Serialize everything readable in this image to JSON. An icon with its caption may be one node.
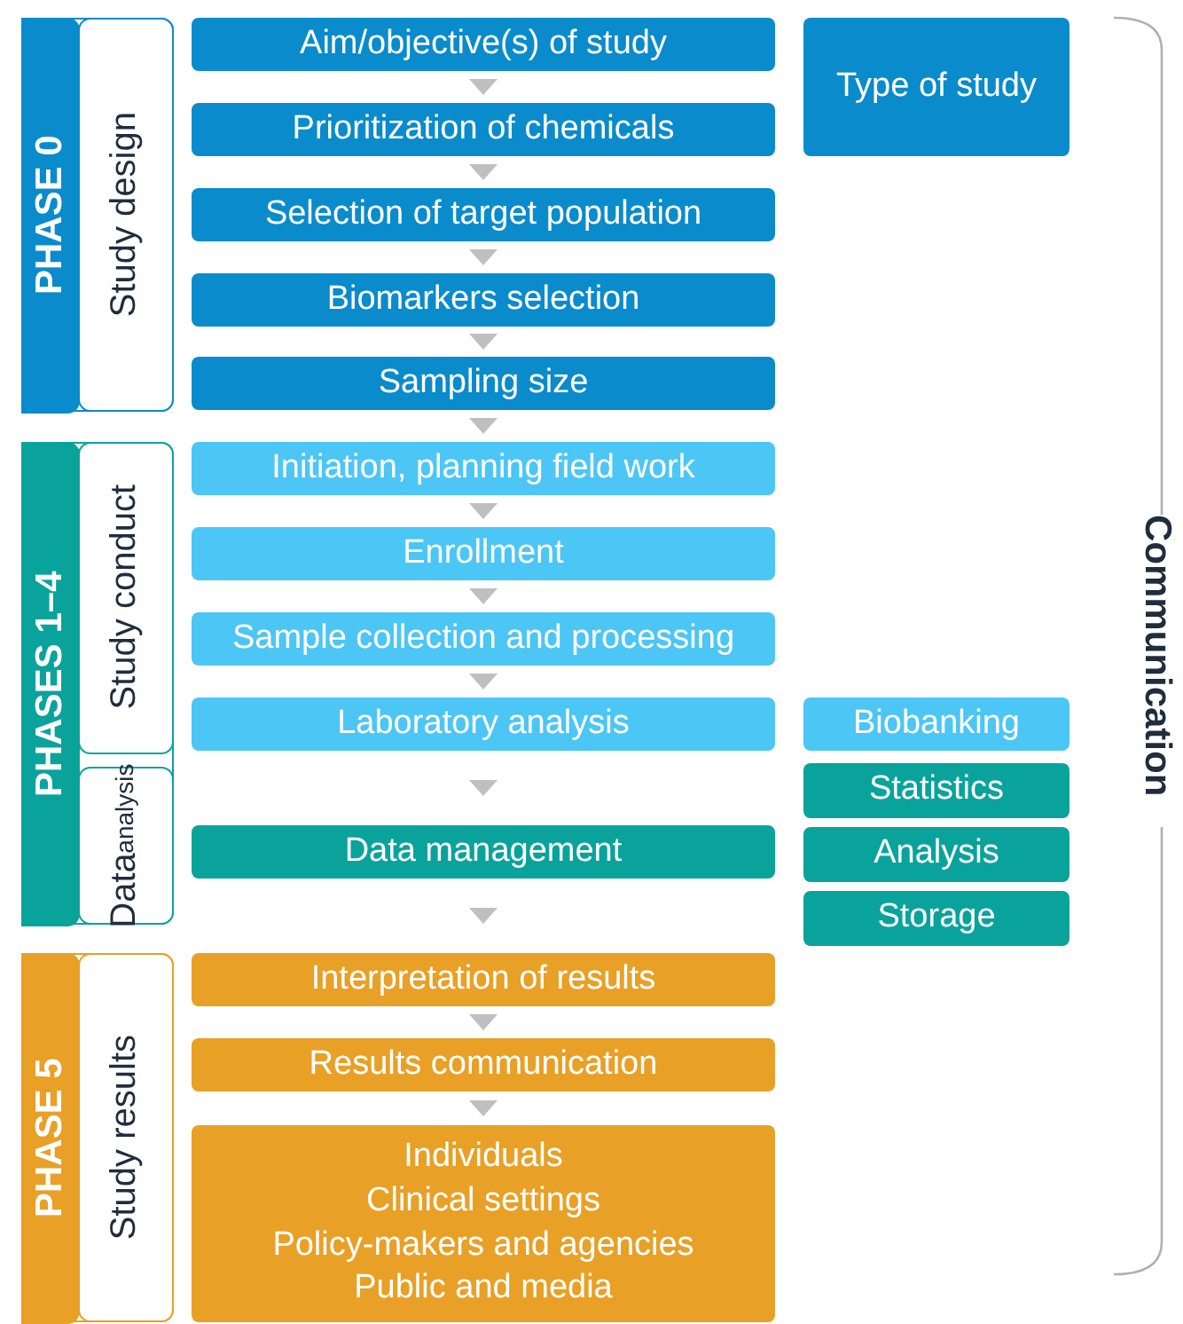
{
  "diagram": {
    "nodes": [
      {
        "text": [
          "PHASE 0"
        ]
      },
      {
        "text": [
          "Study design"
        ],
        "in": 0
      },
      {
        "text": [
          "PHASES 1–4"
        ]
      },
      {
        "text": [
          "Study conduct"
        ],
        "in": 2
      },
      {
        "text": [
          "Data",
          "analysis"
        ],
        "in": 2
      },
      {
        "text": [
          "PHASE 5"
        ]
      },
      {
        "text": [
          "Study results"
        ],
        "in": 5
      },
      {
        "text": [
          "Aim/objective(s) of study"
        ]
      },
      {
        "text": [
          "Type of study"
        ]
      },
      {
        "text": [
          "Prioritization of chemicals"
        ]
      },
      {
        "text": [
          "Selection of target population"
        ]
      },
      {
        "text": [
          "Biomarkers selection"
        ]
      },
      {
        "text": [
          "Sampling size"
        ]
      },
      {
        "text": [
          "Initiation, planning field work"
        ]
      },
      {
        "text": [
          "Enrollment"
        ]
      },
      {
        "text": [
          "Sample collection and processing"
        ]
      },
      {
        "text": [
          "Laboratory analysis"
        ]
      },
      {
        "text": [
          "Biobanking"
        ]
      },
      {
        "text": [
          "Statistics"
        ]
      },
      {
        "text": [
          "Data management"
        ]
      },
      {
        "text": [
          "Analysis"
        ]
      },
      {
        "text": [
          "Storage"
        ]
      },
      {
        "text": [
          "Interpretation of results"
        ]
      },
      {
        "text": [
          "Results communication"
        ]
      },
      {
        "text": [
          "Individuals",
          "Clinical settings",
          "Policy-makers and agencies",
          "Public and media"
        ]
      }
    ],
    "edges": [
      {
        "from": 7,
        "to": 9,
        "arrow": "to"
      },
      {
        "from": 9,
        "to": 10,
        "arrow": "to"
      },
      {
        "from": 10,
        "to": 11,
        "arrow": "to"
      },
      {
        "from": 11,
        "to": 12,
        "arrow": "to"
      },
      {
        "from": 12,
        "to": 13,
        "arrow": "to"
      },
      {
        "from": 13,
        "to": 14,
        "arrow": "to"
      },
      {
        "from": 14,
        "to": 15,
        "arrow": "to"
      },
      {
        "from": 15,
        "to": 16,
        "arrow": "to"
      },
      {
        "from": 16,
        "to": 19,
        "arrow": "to"
      },
      {
        "from": 19,
        "to": 22,
        "arrow": "to"
      },
      {
        "from": 22,
        "to": 23,
        "arrow": "to"
      },
      {
        "from": 23,
        "to": 24,
        "arrow": "to"
      }
    ],
    "labels": [
      "Communication"
    ]
  }
}
